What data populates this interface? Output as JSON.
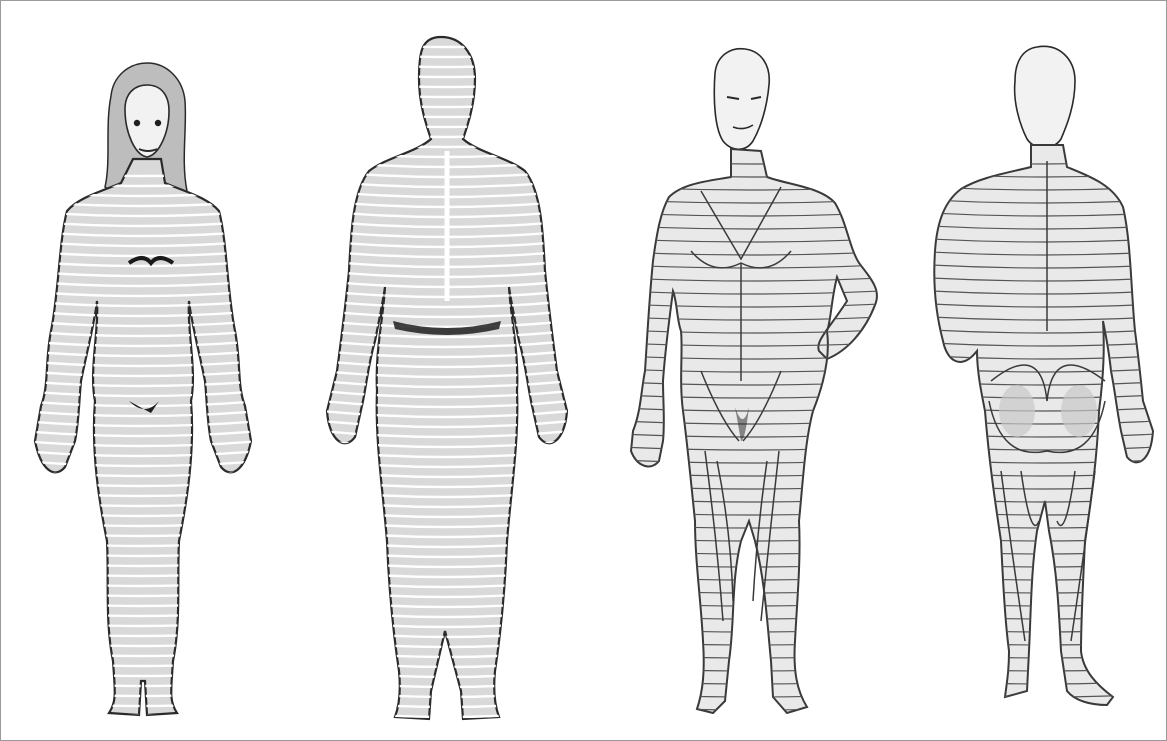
{
  "image": {
    "subject": "",
    "figures": [
      {
        "view": "front",
        "style": "contour-lines"
      },
      {
        "view": "back",
        "style": "contour-lines"
      },
      {
        "view": "front",
        "style": "muscle-outline"
      },
      {
        "view": "back",
        "style": "muscle-outline"
      }
    ],
    "colors": {
      "line": "#2a2a2a",
      "fill": "#d9d9d9",
      "contour": "#ffffff",
      "background": "#ffffff",
      "border": "#9a9a9a"
    }
  }
}
